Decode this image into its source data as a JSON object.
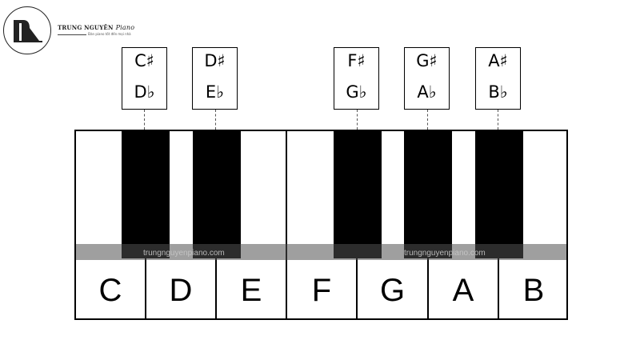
{
  "brand": {
    "name": "TRUNG NGUYÊN",
    "script": "Piano",
    "tagline": "Đàn piano tốt đến mọi nhà"
  },
  "white_keys": [
    "C",
    "D",
    "E",
    "F",
    "G",
    "A",
    "B"
  ],
  "black_key_names": [
    {
      "sharp": "C♯",
      "flat": "D♭"
    },
    {
      "sharp": "D♯",
      "flat": "E♭"
    },
    {
      "sharp": "F♯",
      "flat": "G♭"
    },
    {
      "sharp": "G♯",
      "flat": "A♭"
    },
    {
      "sharp": "A♯",
      "flat": "B♭"
    }
  ],
  "watermarks": [
    "trungnguyenpiano.com",
    "trungnguyenpiano.com"
  ],
  "colors": {
    "key_black": "#000000",
    "key_white": "#ffffff",
    "text": "#000000"
  }
}
